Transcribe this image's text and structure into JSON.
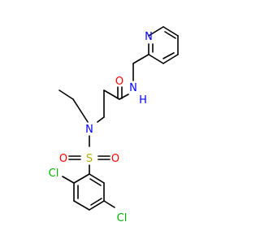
{
  "colors": {
    "bond": "#000000",
    "carbon": "#000000",
    "nitrogen": "#0000ff",
    "oxygen": "#ff0000",
    "sulfur": "#b2b200",
    "chlorine": "#00b200",
    "background": "#ffffff"
  },
  "atoms": {
    "n_pyridine": "N",
    "o_carbonyl": "O",
    "n_amide": "N",
    "h_amide": "H",
    "n_sulfonamide": "N",
    "s_sulfonyl": "S",
    "o_sulfonyl_left": "O",
    "o_sulfonyl_right": "O",
    "cl_upper": "Cl",
    "cl_lower": "Cl"
  }
}
